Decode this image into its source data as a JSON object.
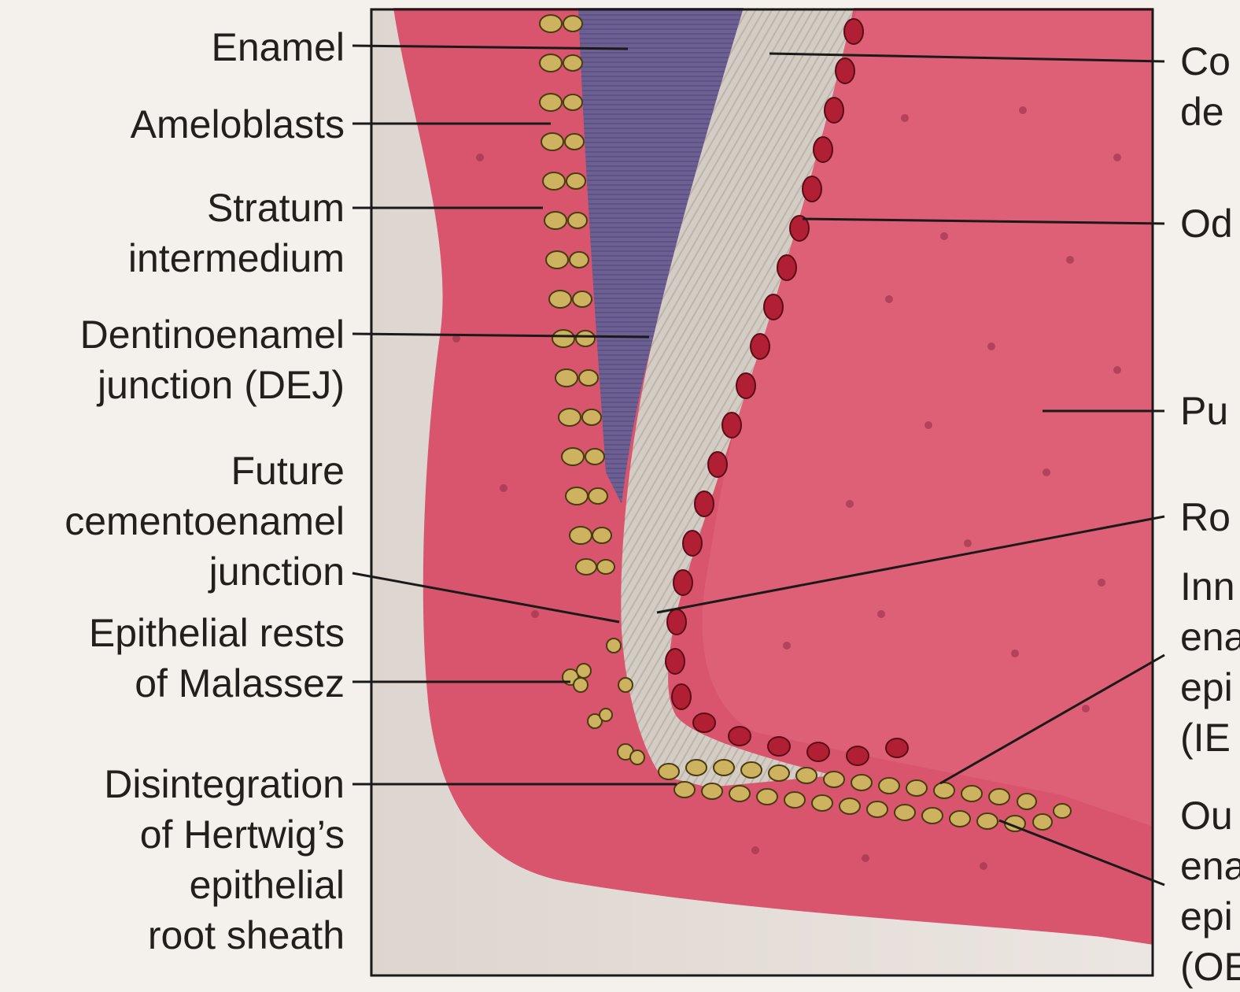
{
  "labels_left": {
    "enamel": [
      "Enamel"
    ],
    "ameloblasts": [
      "Ameloblasts"
    ],
    "stratum": [
      "Stratum",
      "intermedium"
    ],
    "dej": [
      "Dentinoenamel",
      "junction (DEJ)"
    ],
    "cej": [
      "Future",
      "cementoenamel",
      "junction"
    ],
    "rests": [
      "Epithelial rests",
      "of Malassez"
    ],
    "hertwig": [
      "Disintegration",
      "of Hertwig’s",
      "epithelial",
      "root sheath"
    ]
  },
  "labels_right": {
    "coronal": [
      "Co",
      "de"
    ],
    "odonto": [
      "Od"
    ],
    "pulp": [
      "Pu"
    ],
    "root": [
      "Ro"
    ],
    "iee": [
      "Inn",
      "ena",
      "epi",
      "(IE"
    ],
    "oee": [
      "Ou",
      "ena",
      "epi",
      "(OE"
    ]
  },
  "colors": {
    "background": "#f4f1ec",
    "tissue_pink": "#d9556d",
    "enamel_purple": "#6c5f92",
    "dentin_gray": "#cbc4bb",
    "odontoblast_red": "#b01f33",
    "epithelial_yellow": "#cdb260",
    "leader_line": "#1c1a18"
  }
}
